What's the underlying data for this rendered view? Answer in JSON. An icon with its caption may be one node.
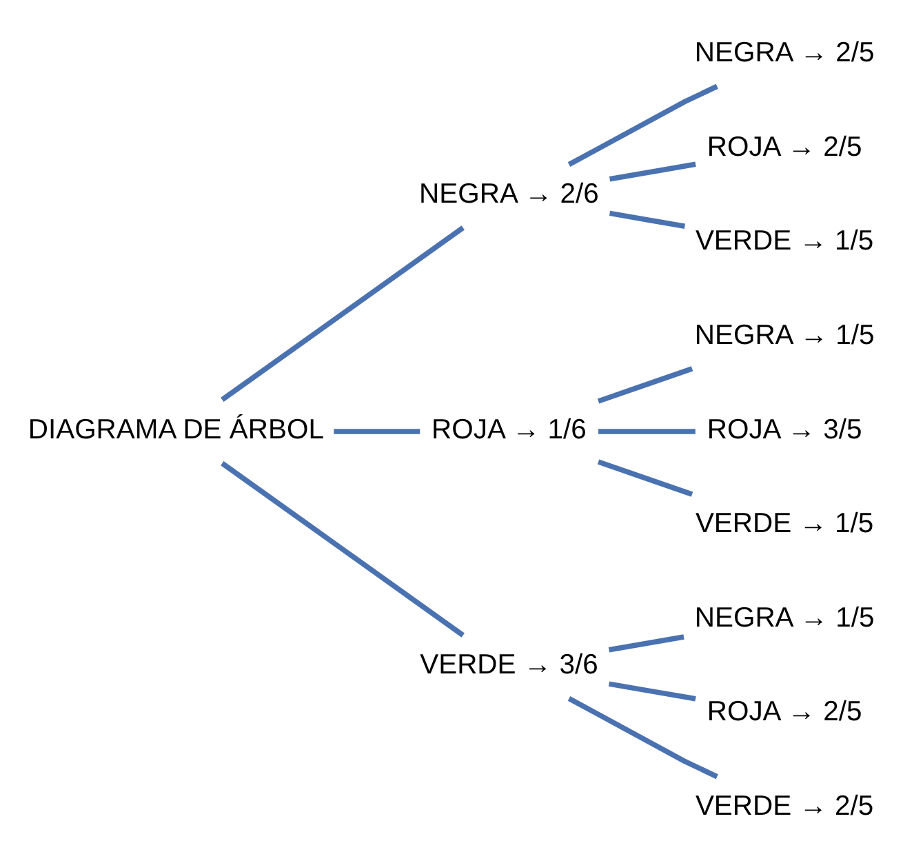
{
  "diagram": {
    "nodes": [
      {
        "text": [
          "DIAGRAMA DE ÁRBOL"
        ]
      },
      {
        "text": [
          "NEGRA → 2/6"
        ]
      },
      {
        "text": [
          "NEGRA → 2/5"
        ]
      },
      {
        "text": [
          "ROJA → 2/5"
        ]
      },
      {
        "text": [
          "VERDE → 1/5"
        ]
      },
      {
        "text": [
          "ROJA → 1/6"
        ]
      },
      {
        "text": [
          "NEGRA → 1/5"
        ]
      },
      {
        "text": [
          "ROJA → 3/5"
        ]
      },
      {
        "text": [
          "VERDE → 1/5"
        ]
      },
      {
        "text": [
          "VERDE → 3/6"
        ]
      },
      {
        "text": [
          "NEGRA → 1/5"
        ]
      },
      {
        "text": [
          "ROJA → 2/5"
        ]
      },
      {
        "text": [
          "VERDE → 2/5"
        ]
      }
    ],
    "edges": [
      {
        "from": 0,
        "to": 1,
        "arrow": "none"
      },
      {
        "from": 0,
        "to": 5,
        "arrow": "none"
      },
      {
        "from": 0,
        "to": 9,
        "arrow": "none"
      },
      {
        "from": 1,
        "to": 2,
        "arrow": "none"
      },
      {
        "from": 1,
        "to": 3,
        "arrow": "none"
      },
      {
        "from": 1,
        "to": 4,
        "arrow": "none"
      },
      {
        "from": 5,
        "to": 6,
        "arrow": "none"
      },
      {
        "from": 5,
        "to": 7,
        "arrow": "none"
      },
      {
        "from": 5,
        "to": 8,
        "arrow": "none"
      },
      {
        "from": 9,
        "to": 10,
        "arrow": "none"
      },
      {
        "from": 9,
        "to": 11,
        "arrow": "none"
      },
      {
        "from": 9,
        "to": 12,
        "arrow": "none"
      }
    ]
  }
}
